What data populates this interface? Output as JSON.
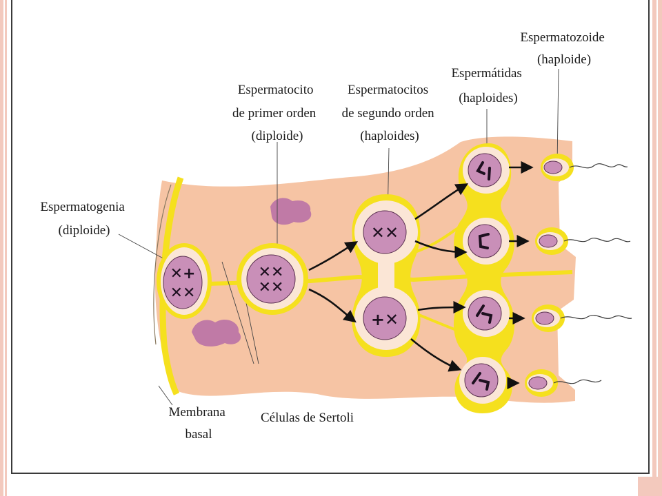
{
  "labels": {
    "spermatozoon": [
      "Espermatozoide",
      "(haploide)"
    ],
    "spermatids": [
      "Espermátidas",
      "(haploides)"
    ],
    "primary_spermatocyte": [
      "Espermatocito",
      "de primer orden",
      "(diploide)"
    ],
    "secondary_spermatocytes": [
      "Espermatocitos",
      "de segundo orden",
      "(haploides)"
    ],
    "spermatogonium": [
      "Espermatogenia",
      "(diploide)"
    ],
    "basal_membrane": [
      "Membrana",
      "basal"
    ],
    "sertoli_cells": [
      "Células de Sertoli"
    ]
  },
  "colors": {
    "tissue": "#f6c4a4",
    "cytoplasm_ring": "#f5e01e",
    "nucleus": "#c98fb8",
    "chromosome": "#1e1020",
    "pale_cytoplasm": "#fbe6d6",
    "sertoli_blob": "#c07aa6"
  }
}
